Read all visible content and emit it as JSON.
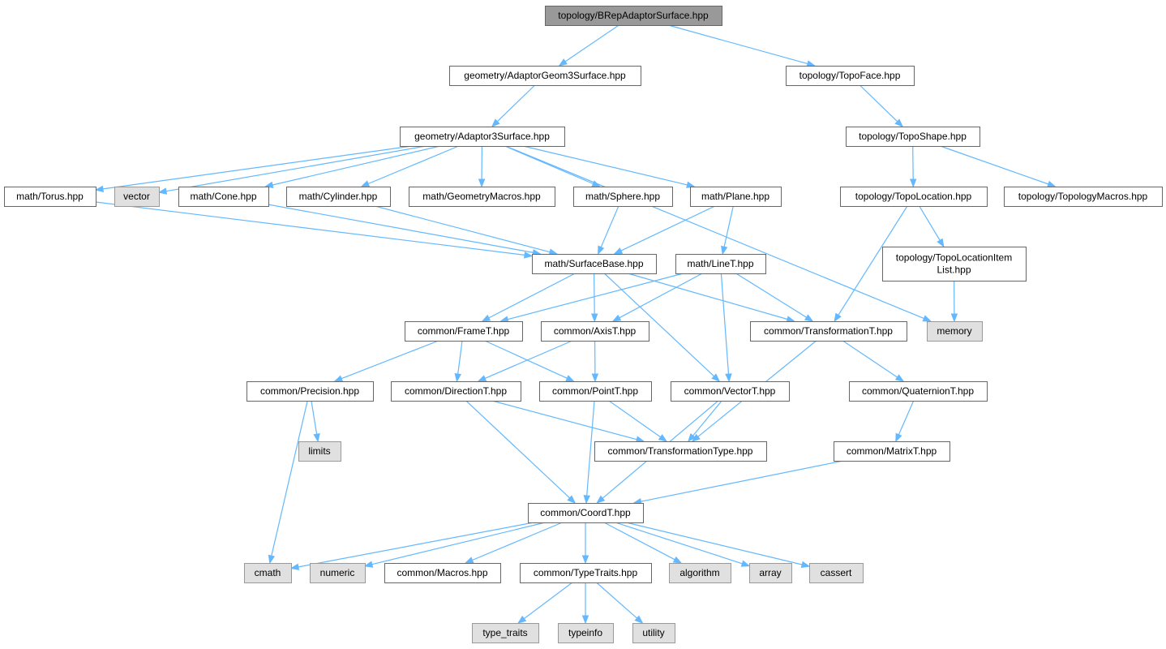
{
  "colors": {
    "edge": "#63b8ff",
    "node_fill": "#ffffff",
    "node_stroke": "#666666",
    "root_fill": "#999999",
    "root_stroke": "#666666",
    "external_fill": "#e0e0e0",
    "external_stroke": "#999999"
  },
  "nodes": [
    {
      "id": "root",
      "label": "topology/BRepAdaptorSurface.hpp",
      "kind": "root"
    },
    {
      "id": "ag3s",
      "label": "geometry/AdaptorGeom3Surface.hpp",
      "kind": "file"
    },
    {
      "id": "topoface",
      "label": "topology/TopoFace.hpp",
      "kind": "file"
    },
    {
      "id": "a3s",
      "label": "geometry/Adaptor3Surface.hpp",
      "kind": "file"
    },
    {
      "id": "toposhape",
      "label": "topology/TopoShape.hpp",
      "kind": "file"
    },
    {
      "id": "torus",
      "label": "math/Torus.hpp",
      "kind": "file"
    },
    {
      "id": "vector",
      "label": "vector",
      "kind": "external"
    },
    {
      "id": "cone",
      "label": "math/Cone.hpp",
      "kind": "file"
    },
    {
      "id": "cylinder",
      "label": "math/Cylinder.hpp",
      "kind": "file"
    },
    {
      "id": "geomacros",
      "label": "math/GeometryMacros.hpp",
      "kind": "file"
    },
    {
      "id": "sphere",
      "label": "math/Sphere.hpp",
      "kind": "file"
    },
    {
      "id": "plane",
      "label": "math/Plane.hpp",
      "kind": "file"
    },
    {
      "id": "topoloc",
      "label": "topology/TopoLocation.hpp",
      "kind": "file"
    },
    {
      "id": "topomacros",
      "label": "topology/TopologyMacros.hpp",
      "kind": "file"
    },
    {
      "id": "surfbase",
      "label": "math/SurfaceBase.hpp",
      "kind": "file"
    },
    {
      "id": "linet",
      "label": "math/LineT.hpp",
      "kind": "file"
    },
    {
      "id": "toplocitem",
      "label": "topology/TopoLocationItem\nList.hpp",
      "kind": "file"
    },
    {
      "id": "framet",
      "label": "common/FrameT.hpp",
      "kind": "file"
    },
    {
      "id": "axist",
      "label": "common/AxisT.hpp",
      "kind": "file"
    },
    {
      "id": "transt",
      "label": "common/TransformationT.hpp",
      "kind": "file"
    },
    {
      "id": "memory",
      "label": "memory",
      "kind": "external"
    },
    {
      "id": "precision",
      "label": "common/Precision.hpp",
      "kind": "file"
    },
    {
      "id": "dirt",
      "label": "common/DirectionT.hpp",
      "kind": "file"
    },
    {
      "id": "pointt",
      "label": "common/PointT.hpp",
      "kind": "file"
    },
    {
      "id": "vectort",
      "label": "common/VectorT.hpp",
      "kind": "file"
    },
    {
      "id": "quatt",
      "label": "common/QuaternionT.hpp",
      "kind": "file"
    },
    {
      "id": "limits",
      "label": "limits",
      "kind": "external"
    },
    {
      "id": "transtype",
      "label": "common/TransformationType.hpp",
      "kind": "file"
    },
    {
      "id": "matrixt",
      "label": "common/MatrixT.hpp",
      "kind": "file"
    },
    {
      "id": "coordt",
      "label": "common/CoordT.hpp",
      "kind": "file"
    },
    {
      "id": "cmath",
      "label": "cmath",
      "kind": "external"
    },
    {
      "id": "numeric",
      "label": "numeric",
      "kind": "external"
    },
    {
      "id": "macros",
      "label": "common/Macros.hpp",
      "kind": "file"
    },
    {
      "id": "typetraits",
      "label": "common/TypeTraits.hpp",
      "kind": "file"
    },
    {
      "id": "algorithm",
      "label": "algorithm",
      "kind": "external"
    },
    {
      "id": "array",
      "label": "array",
      "kind": "external"
    },
    {
      "id": "cassert",
      "label": "cassert",
      "kind": "external"
    },
    {
      "id": "type_traits",
      "label": "type_traits",
      "kind": "external"
    },
    {
      "id": "typeinfo",
      "label": "typeinfo",
      "kind": "external"
    },
    {
      "id": "utility",
      "label": "utility",
      "kind": "external"
    }
  ],
  "edges": [
    [
      "root",
      "ag3s"
    ],
    [
      "root",
      "topoface"
    ],
    [
      "ag3s",
      "a3s"
    ],
    [
      "topoface",
      "toposhape"
    ],
    [
      "a3s",
      "torus"
    ],
    [
      "a3s",
      "vector"
    ],
    [
      "a3s",
      "cone"
    ],
    [
      "a3s",
      "cylinder"
    ],
    [
      "a3s",
      "geomacros"
    ],
    [
      "a3s",
      "sphere"
    ],
    [
      "a3s",
      "plane"
    ],
    [
      "a3s",
      "memory"
    ],
    [
      "toposhape",
      "topoloc"
    ],
    [
      "toposhape",
      "topomacros"
    ],
    [
      "torus",
      "surfbase"
    ],
    [
      "cone",
      "surfbase"
    ],
    [
      "cylinder",
      "surfbase"
    ],
    [
      "sphere",
      "surfbase"
    ],
    [
      "plane",
      "surfbase"
    ],
    [
      "plane",
      "linet"
    ],
    [
      "topoloc",
      "toplocitem"
    ],
    [
      "topoloc",
      "transt"
    ],
    [
      "toplocitem",
      "memory"
    ],
    [
      "surfbase",
      "framet"
    ],
    [
      "surfbase",
      "axist"
    ],
    [
      "surfbase",
      "transt"
    ],
    [
      "surfbase",
      "vectort"
    ],
    [
      "linet",
      "framet"
    ],
    [
      "linet",
      "axist"
    ],
    [
      "linet",
      "transt"
    ],
    [
      "linet",
      "vectort"
    ],
    [
      "framet",
      "precision"
    ],
    [
      "framet",
      "dirt"
    ],
    [
      "framet",
      "pointt"
    ],
    [
      "axist",
      "dirt"
    ],
    [
      "axist",
      "pointt"
    ],
    [
      "transt",
      "quatt"
    ],
    [
      "transt",
      "transtype"
    ],
    [
      "precision",
      "limits"
    ],
    [
      "precision",
      "cmath"
    ],
    [
      "dirt",
      "transtype"
    ],
    [
      "dirt",
      "coordt"
    ],
    [
      "pointt",
      "transtype"
    ],
    [
      "pointt",
      "coordt"
    ],
    [
      "vectort",
      "transtype"
    ],
    [
      "vectort",
      "coordt"
    ],
    [
      "quatt",
      "matrixt"
    ],
    [
      "matrixt",
      "coordt"
    ],
    [
      "coordt",
      "cmath"
    ],
    [
      "coordt",
      "numeric"
    ],
    [
      "coordt",
      "macros"
    ],
    [
      "coordt",
      "typetraits"
    ],
    [
      "coordt",
      "algorithm"
    ],
    [
      "coordt",
      "array"
    ],
    [
      "coordt",
      "cassert"
    ],
    [
      "typetraits",
      "type_traits"
    ],
    [
      "typetraits",
      "typeinfo"
    ],
    [
      "typetraits",
      "utility"
    ]
  ]
}
